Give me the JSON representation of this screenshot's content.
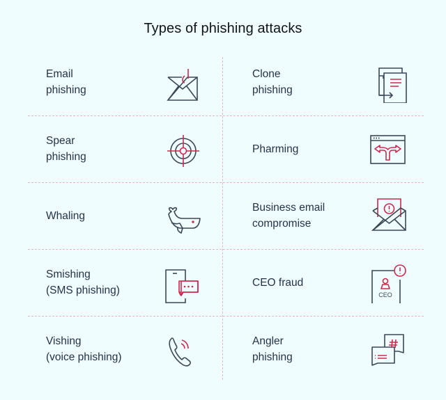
{
  "title": "Types of phishing attacks",
  "colors": {
    "background": "#f0fdfe",
    "text": "#263149",
    "icon_stroke": "#3d4656",
    "accent": "#d4264a",
    "divider": "#e3b6c0"
  },
  "items": [
    {
      "line1": "Email",
      "line2": "phishing",
      "icon": "envelope-with-hook-icon"
    },
    {
      "line1": "Clone",
      "line2": "phishing",
      "icon": "duplicate-document-icon"
    },
    {
      "line1": "Spear",
      "line2": "phishing",
      "icon": "crosshair-target-icon"
    },
    {
      "line1": "Pharming",
      "line2": "",
      "icon": "browser-redirect-arrows-icon"
    },
    {
      "line1": "Whaling",
      "line2": "",
      "icon": "whale-icon"
    },
    {
      "line1": "Business email",
      "line2": "compromise",
      "icon": "envelope-alert-icon"
    },
    {
      "line1": "Smishing",
      "line2": "(SMS phishing)",
      "icon": "phone-message-icon"
    },
    {
      "line1": "CEO fraud",
      "line2": "",
      "icon": "ceo-badge-alert-icon",
      "icon_text": "CEO"
    },
    {
      "line1": "Vishing",
      "line2": "(voice phishing)",
      "icon": "phone-call-icon"
    },
    {
      "line1": "Angler",
      "line2": "phishing",
      "icon": "social-chat-hashtag-icon"
    }
  ]
}
